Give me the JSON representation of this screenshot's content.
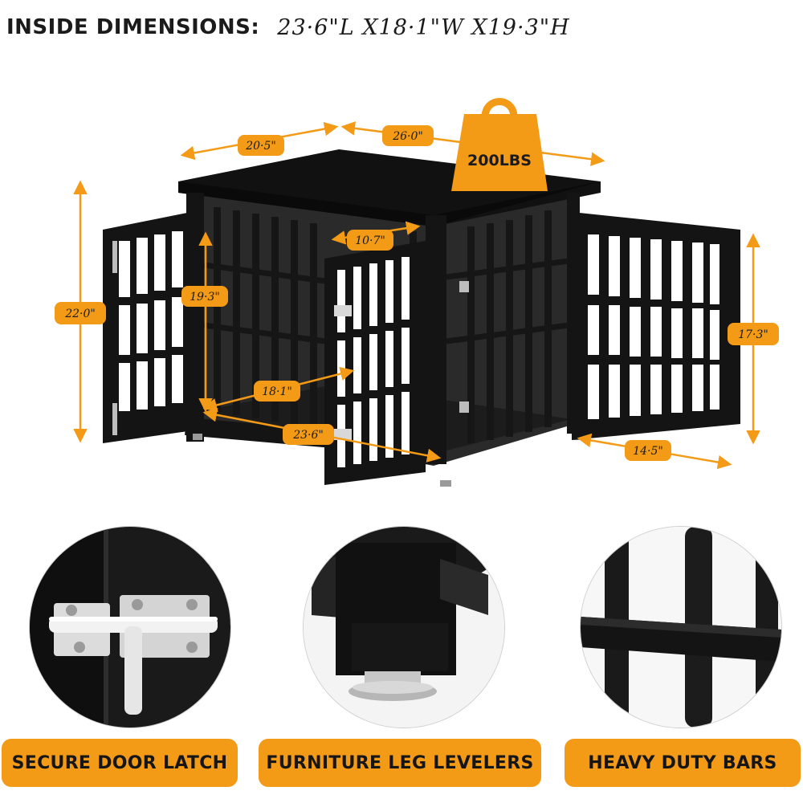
{
  "header": {
    "label": "INSIDE DIMENSIONS:",
    "value": "23·6\"L  X18·1\"W  X19·3\"H"
  },
  "dimensions": {
    "top_depth": "20·5\"",
    "top_width": "26·0\"",
    "overall_height": "22·0\"",
    "inside_height": "19·3\"",
    "door_width": "10·7\"",
    "inside_width": "18·1\"",
    "inside_length": "23·6\"",
    "door_height": "17·3\"",
    "door_open_width": "14·5\""
  },
  "weight_badge": {
    "label": "200LBS"
  },
  "features": [
    {
      "label": "SECURE DOOR LATCH",
      "icon": "door-latch-photo"
    },
    {
      "label": "FURNITURE LEG LEVELERS",
      "icon": "leg-leveler-photo"
    },
    {
      "label": "HEAVY DUTY BARS",
      "icon": "heavy-bars-photo"
    }
  ],
  "colors": {
    "accent": "#f39a17",
    "crate": "#141414",
    "text": "#1b1b1b"
  }
}
